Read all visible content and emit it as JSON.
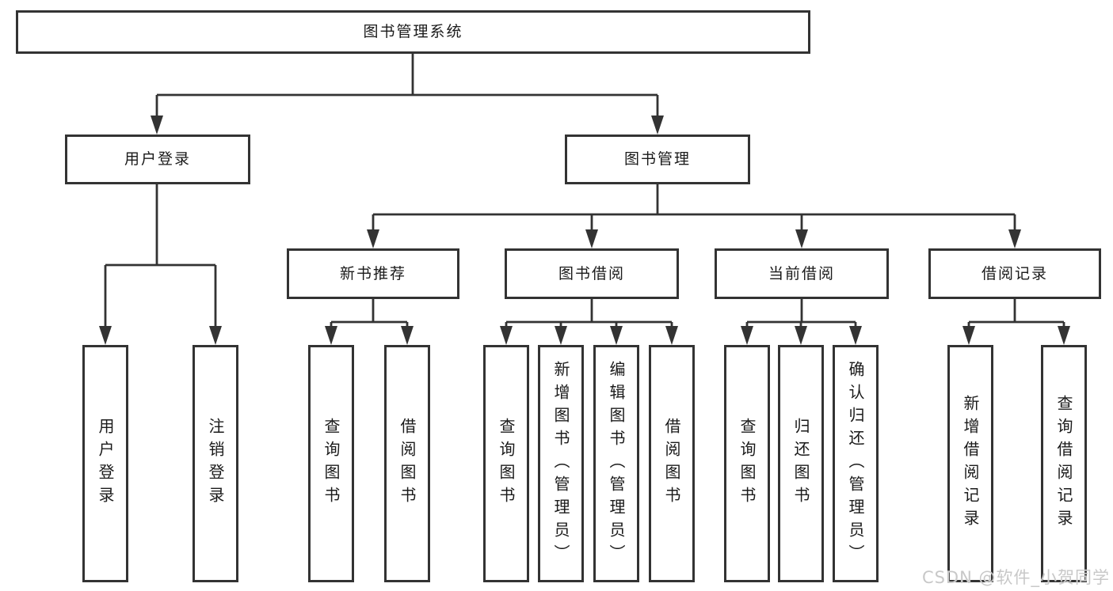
{
  "tree": {
    "root": {
      "label": "图书管理系统"
    },
    "branches": [
      {
        "label": "用户登录",
        "children": [
          {
            "label": "用户登录"
          },
          {
            "label": "注销登录"
          }
        ]
      },
      {
        "label": "图书管理",
        "children": [
          {
            "label": "新书推荐",
            "children": [
              {
                "label": "查询图书"
              },
              {
                "label": "借阅图书"
              }
            ]
          },
          {
            "label": "图书借阅",
            "children": [
              {
                "label": "查询图书"
              },
              {
                "label": "新增图书（管理员）"
              },
              {
                "label": "编辑图书（管理员）"
              },
              {
                "label": "借阅图书"
              }
            ]
          },
          {
            "label": "当前借阅",
            "children": [
              {
                "label": "查询图书"
              },
              {
                "label": "归还图书"
              },
              {
                "label": "确认归还（管理员）"
              }
            ]
          },
          {
            "label": "借阅记录",
            "children": [
              {
                "label": "新增借阅记录"
              },
              {
                "label": "查询借阅记录"
              }
            ]
          }
        ]
      }
    ]
  },
  "colors": {
    "line": "#333333",
    "text": "#1a1a1a",
    "background": "#ffffff",
    "watermark": "#c8c8c8"
  },
  "watermark": {
    "text": "CSDN @软件_小贺同学"
  }
}
